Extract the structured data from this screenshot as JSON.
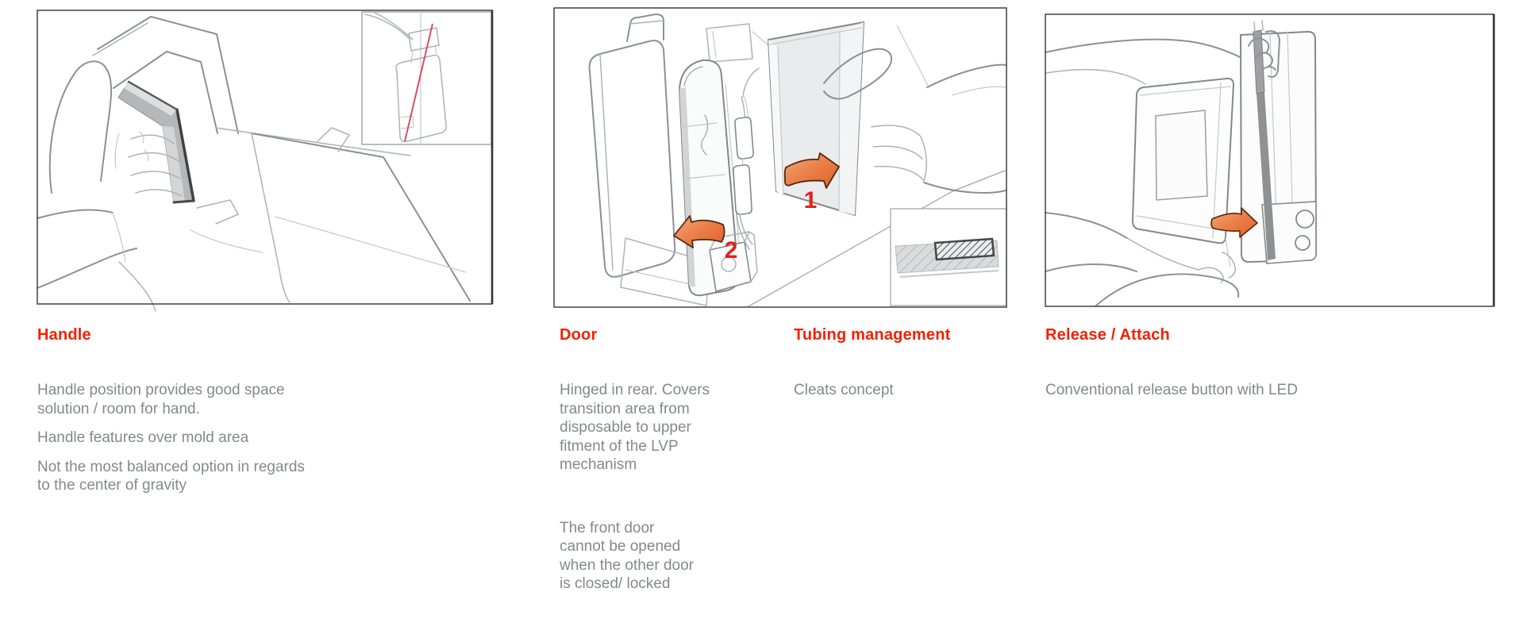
{
  "page": {
    "background_color": "#ffffff",
    "kind": "industrial-design concept sheet"
  },
  "colors": {
    "heading": "#f42000",
    "body_text": "#85888d",
    "annotation_number": "#e3221a",
    "arrow_fill": "#ea7f48",
    "arrow_outline": "#53290f",
    "sketch_line": "#8d9194",
    "panel_border": "#3e4042",
    "handle_fill": "#b5b7b9",
    "gravity_line": "#d84f63"
  },
  "figures": [
    {
      "alt": "hand gripping over-mold handle on pump; inset side view with center-of-gravity line"
    },
    {
      "alt": "pump with rear-hinged doors opening, steps 1 and 2, cleat cross-section inset"
    },
    {
      "alt": "hand attaching module to pole mount, release direction arrow"
    }
  ],
  "sections": [
    {
      "heading": "Handle",
      "paragraphs": [
        "Handle position provides good space\nsolution / room for hand.",
        "Handle features over mold area",
        "Not the most balanced option in regards\nto the center of gravity"
      ]
    },
    {
      "heading": "Door",
      "paragraphs": [
        "Hinged in rear. Covers\ntransition area from\ndisposable to upper\nfitment of the LVP\nmechanism",
        "The front door\ncannot be opened\nwhen the other door\nis closed/ locked"
      ]
    },
    {
      "heading": "Tubing management",
      "paragraphs": [
        "Cleats concept"
      ]
    },
    {
      "heading": "Release / Attach",
      "paragraphs": [
        "Conventional release button with LED"
      ]
    }
  ],
  "annotations": {
    "step_1": "1",
    "step_2": "2"
  }
}
